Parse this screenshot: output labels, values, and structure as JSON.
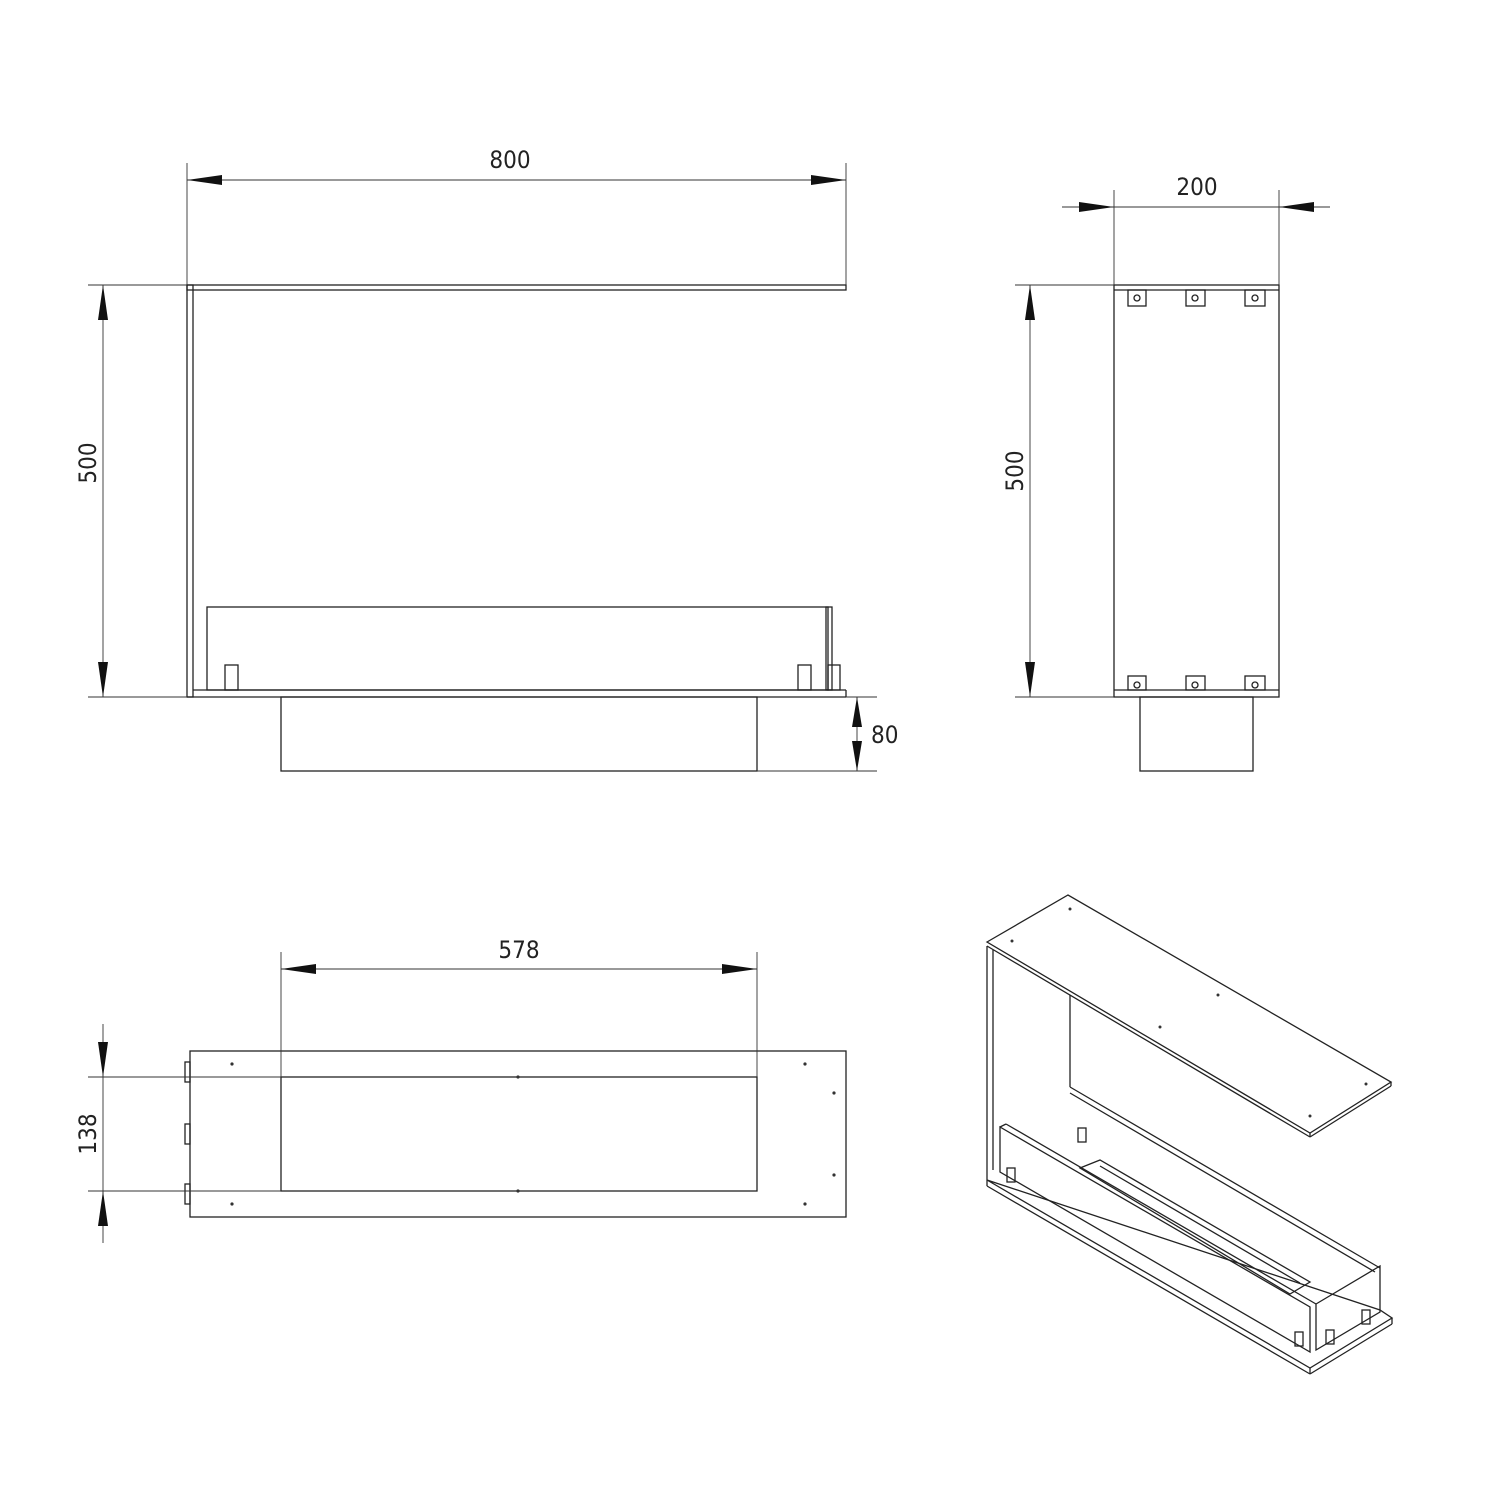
{
  "views": {
    "front": {
      "width_label": "800",
      "height_label": "500",
      "burner_depth_label": "80"
    },
    "side": {
      "depth_label": "200",
      "height_label": "500"
    },
    "top": {
      "opening_length_label": "578",
      "opening_width_label": "138"
    },
    "isometric": {}
  },
  "colors": {
    "line": "#222222",
    "background": "#ffffff"
  }
}
